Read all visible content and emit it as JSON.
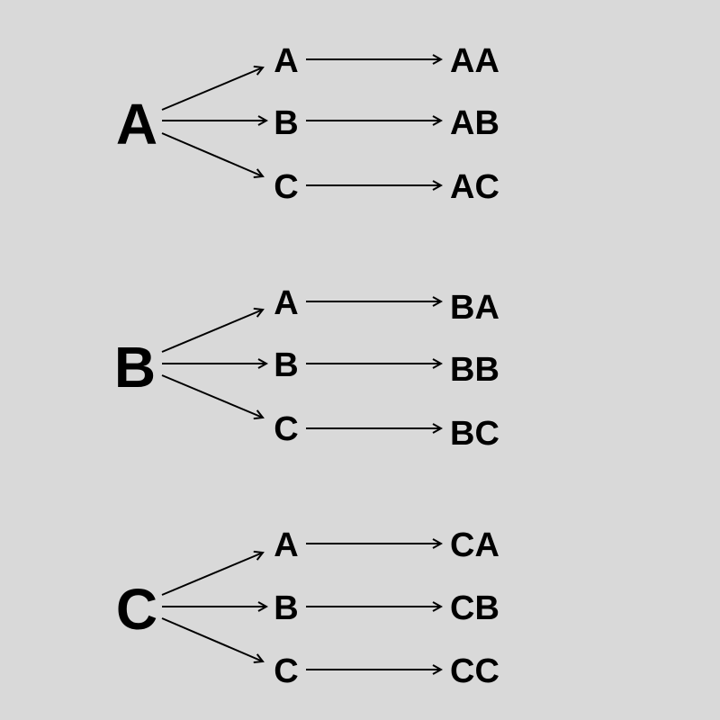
{
  "diagram": {
    "groups": [
      {
        "root": "A",
        "children": [
          {
            "label": "A",
            "result": "AA"
          },
          {
            "label": "B",
            "result": "AB"
          },
          {
            "label": "C",
            "result": "AC"
          }
        ]
      },
      {
        "root": "B",
        "children": [
          {
            "label": "A",
            "result": "BA"
          },
          {
            "label": "B",
            "result": "BB"
          },
          {
            "label": "C",
            "result": "BC"
          }
        ]
      },
      {
        "root": "C",
        "children": [
          {
            "label": "A",
            "result": "CA"
          },
          {
            "label": "B",
            "result": "CB"
          },
          {
            "label": "C",
            "result": "CC"
          }
        ]
      }
    ],
    "colors": {
      "background": "#d9d9d9",
      "ink": "#000000"
    }
  }
}
